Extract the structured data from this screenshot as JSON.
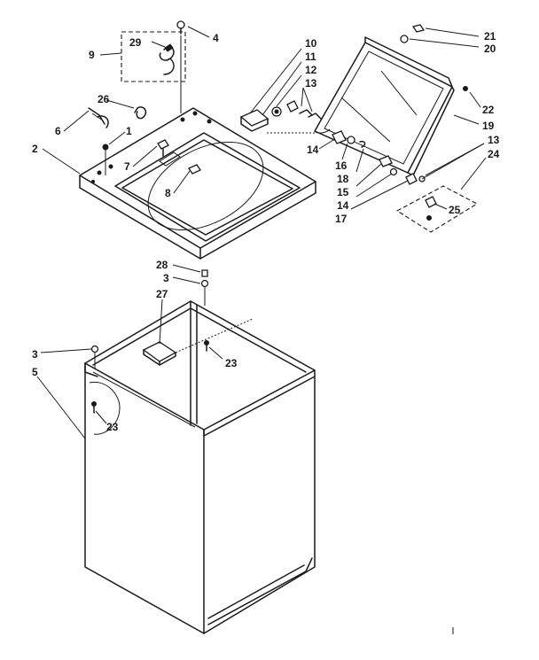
{
  "callouts": {
    "c1": "1",
    "c2": "2",
    "c3a": "3",
    "c3b": "3",
    "c4": "4",
    "c5": "5",
    "c6": "6",
    "c7": "7",
    "c8": "8",
    "c9": "9",
    "c10": "10",
    "c11": "11",
    "c12": "12",
    "c13a": "13",
    "c13b": "13",
    "c14a": "14",
    "c14b": "14",
    "c15": "15",
    "c16": "16",
    "c17": "17",
    "c18": "18",
    "c19": "19",
    "c20": "20",
    "c21": "21",
    "c22": "22",
    "c23a": "23",
    "c23b": "23",
    "c24": "24",
    "c25": "25",
    "c26": "26",
    "c27": "27",
    "c28": "28",
    "c29": "29"
  }
}
